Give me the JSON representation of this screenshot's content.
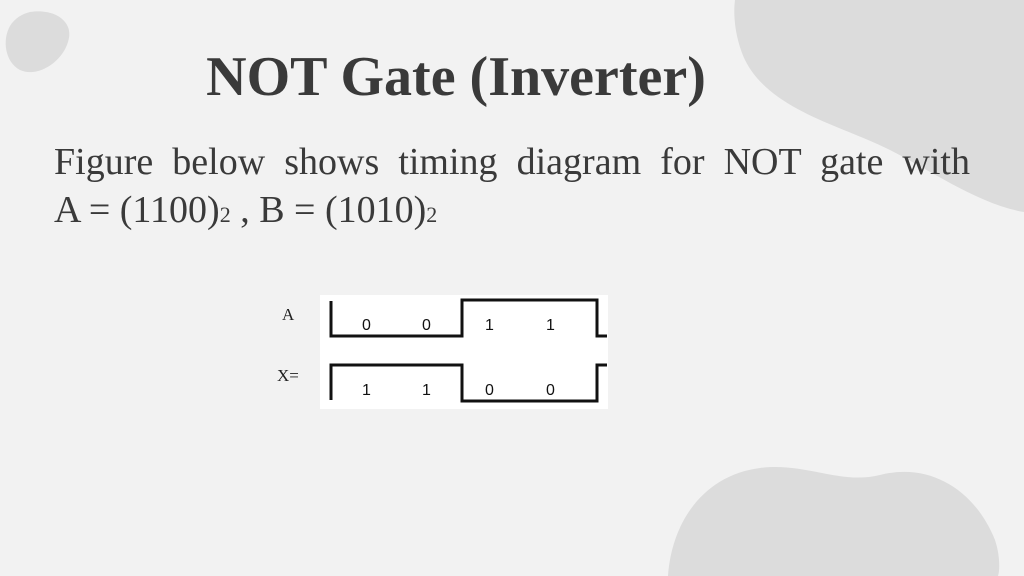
{
  "slide": {
    "title": "NOT Gate (Inverter)",
    "text_line1": "Figure below shows timing diagram for NOT gate with",
    "a_expr": "A = (1100)",
    "a_base": "2",
    "separator": " , ",
    "b_expr": "B = (1010)",
    "b_base": "2"
  },
  "timing": {
    "signal_a_label": "A",
    "signal_x_label": "X=",
    "a_bits": [
      "0",
      "0",
      "1",
      "1"
    ],
    "x_bits": [
      "1",
      "1",
      "0",
      "0"
    ]
  },
  "colors": {
    "background": "#f2f2f2",
    "blob": "#dcdcdc",
    "text": "#3a3a3a"
  }
}
